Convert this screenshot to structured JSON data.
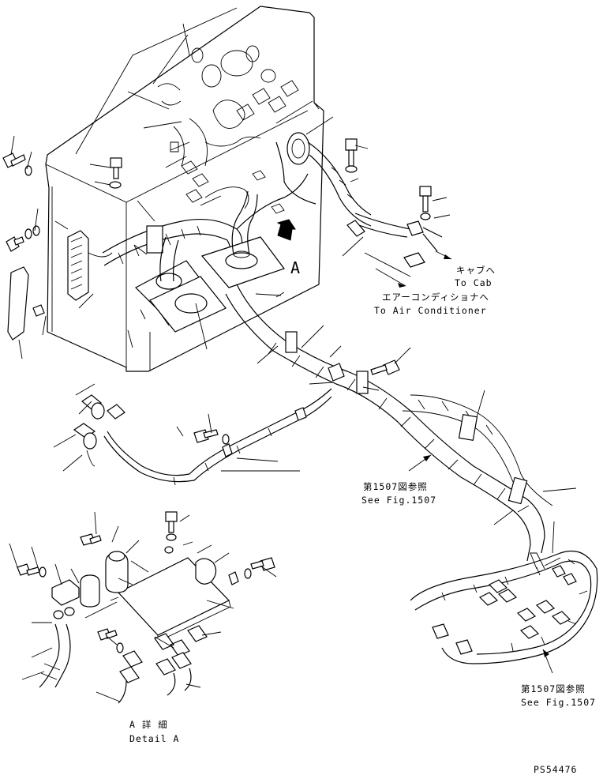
{
  "labels": {
    "to_cab_jp": "キャブへ",
    "to_cab_en": "To Cab",
    "to_ac_jp": "エアーコンディショナへ",
    "to_ac_en": "To Air Conditioner",
    "see_fig_1_jp": "第1507図参照",
    "see_fig_1_en": "See Fig.1507",
    "see_fig_2_jp": "第1507図参照",
    "see_fig_2_en": "See Fig.1507",
    "detail_a_jp": "A 詳 細",
    "detail_a_en": "Detail A",
    "view_arrow_letter": "A",
    "drawing_number": "PS54476"
  }
}
